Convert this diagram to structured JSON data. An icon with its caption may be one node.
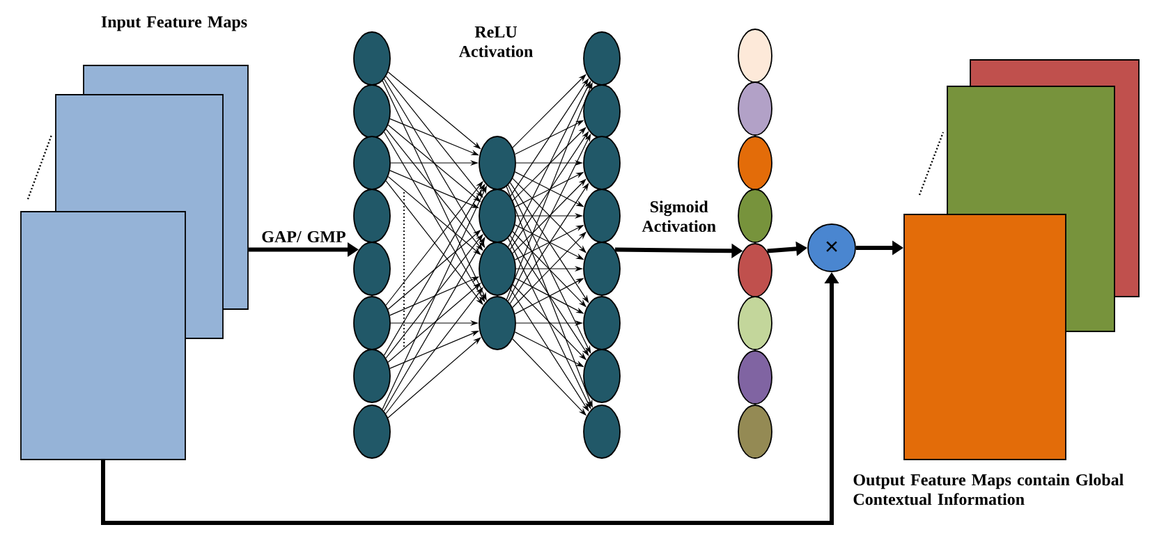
{
  "diagram": {
    "nodes": [
      {
        "text": [],
        "shape": "box"
      },
      {
        "text": [],
        "shape": "box"
      },
      {
        "text": [],
        "shape": "box"
      },
      {
        "text": [],
        "shape": "circle"
      },
      {
        "text": [],
        "shape": "circle"
      },
      {
        "text": [],
        "shape": "circle"
      },
      {
        "text": [],
        "shape": "circle"
      },
      {
        "text": [],
        "shape": "circle"
      },
      {
        "text": [],
        "shape": "circle"
      },
      {
        "text": [],
        "shape": "circle"
      },
      {
        "text": [],
        "shape": "circle"
      },
      {
        "text": [],
        "shape": "circle"
      },
      {
        "text": [],
        "shape": "circle"
      },
      {
        "text": [],
        "shape": "circle"
      },
      {
        "text": [],
        "shape": "circle"
      },
      {
        "text": [],
        "shape": "circle"
      },
      {
        "text": [],
        "shape": "circle"
      },
      {
        "text": [],
        "shape": "circle"
      },
      {
        "text": [],
        "shape": "circle"
      },
      {
        "text": [],
        "shape": "circle"
      },
      {
        "text": [],
        "shape": "circle"
      },
      {
        "text": [],
        "shape": "circle"
      },
      {
        "text": [],
        "shape": "circle"
      },
      {
        "text": [],
        "shape": "circle"
      },
      {
        "text": [],
        "shape": "circle"
      },
      {
        "text": [],
        "shape": "circle"
      },
      {
        "text": [],
        "shape": "circle"
      },
      {
        "text": [],
        "shape": "circle"
      },
      {
        "text": [],
        "shape": "circle"
      },
      {
        "text": [],
        "shape": "circle"
      },
      {
        "text": [],
        "shape": "circle"
      },
      {
        "text": [
          "×"
        ]
      },
      {
        "text": [],
        "shape": "box"
      },
      {
        "text": [],
        "shape": "box"
      },
      {
        "text": [],
        "shape": "box",
        "beside": [
          "Output Feature Maps contain Global Contextual Information"
        ]
      }
    ],
    "edges": [
      {
        "from": 0,
        "to": 7,
        "arrow": "to",
        "label": "GAP/ GMP",
        "style": "thick"
      },
      {
        "from": 3,
        "to": 11,
        "arrow": "to"
      },
      {
        "from": 3,
        "to": 12,
        "arrow": "to"
      },
      {
        "from": 3,
        "to": 13,
        "arrow": "to"
      },
      {
        "from": 3,
        "to": 14,
        "arrow": "to"
      },
      {
        "from": 4,
        "to": 11,
        "arrow": "to"
      },
      {
        "from": 4,
        "to": 12,
        "arrow": "to"
      },
      {
        "from": 4,
        "to": 13,
        "arrow": "to"
      },
      {
        "from": 4,
        "to": 14,
        "arrow": "to"
      },
      {
        "from": 5,
        "to": 11,
        "arrow": "to"
      },
      {
        "from": 5,
        "to": 12,
        "arrow": "to"
      },
      {
        "from": 5,
        "to": 13,
        "arrow": "to"
      },
      {
        "from": 5,
        "to": 14,
        "arrow": "to"
      },
      {
        "from": 8,
        "to": 11,
        "arrow": "to"
      },
      {
        "from": 8,
        "to": 12,
        "arrow": "to"
      },
      {
        "from": 8,
        "to": 13,
        "arrow": "to"
      },
      {
        "from": 8,
        "to": 14,
        "arrow": "to"
      },
      {
        "from": 9,
        "to": 11,
        "arrow": "to"
      },
      {
        "from": 9,
        "to": 12,
        "arrow": "to"
      },
      {
        "from": 9,
        "to": 13,
        "arrow": "to"
      },
      {
        "from": 9,
        "to": 14,
        "arrow": "to"
      },
      {
        "from": 10,
        "to": 11,
        "arrow": "to"
      },
      {
        "from": 10,
        "to": 12,
        "arrow": "to"
      },
      {
        "from": 10,
        "to": 13,
        "arrow": "to"
      },
      {
        "from": 10,
        "to": 14,
        "arrow": "to"
      },
      {
        "from": 11,
        "to": 15,
        "arrow": "to"
      },
      {
        "from": 11,
        "to": 16,
        "arrow": "to"
      },
      {
        "from": 11,
        "to": 17,
        "arrow": "to"
      },
      {
        "from": 11,
        "to": 18,
        "arrow": "to"
      },
      {
        "from": 11,
        "to": 19,
        "arrow": "to"
      },
      {
        "from": 11,
        "to": 20,
        "arrow": "to"
      },
      {
        "from": 11,
        "to": 21,
        "arrow": "to"
      },
      {
        "from": 11,
        "to": 22,
        "arrow": "to"
      },
      {
        "from": 12,
        "to": 15,
        "arrow": "to"
      },
      {
        "from": 12,
        "to": 16,
        "arrow": "to"
      },
      {
        "from": 12,
        "to": 17,
        "arrow": "to"
      },
      {
        "from": 12,
        "to": 18,
        "arrow": "to"
      },
      {
        "from": 12,
        "to": 19,
        "arrow": "to"
      },
      {
        "from": 12,
        "to": 20,
        "arrow": "to"
      },
      {
        "from": 12,
        "to": 21,
        "arrow": "to"
      },
      {
        "from": 12,
        "to": 22,
        "arrow": "to"
      },
      {
        "from": 13,
        "to": 15,
        "arrow": "to"
      },
      {
        "from": 13,
        "to": 16,
        "arrow": "to"
      },
      {
        "from": 13,
        "to": 17,
        "arrow": "to"
      },
      {
        "from": 13,
        "to": 18,
        "arrow": "to"
      },
      {
        "from": 13,
        "to": 19,
        "arrow": "to"
      },
      {
        "from": 13,
        "to": 20,
        "arrow": "to"
      },
      {
        "from": 13,
        "to": 21,
        "arrow": "to"
      },
      {
        "from": 13,
        "to": 22,
        "arrow": "to"
      },
      {
        "from": 14,
        "to": 15,
        "arrow": "to"
      },
      {
        "from": 14,
        "to": 16,
        "arrow": "to"
      },
      {
        "from": 14,
        "to": 17,
        "arrow": "to"
      },
      {
        "from": 14,
        "to": 18,
        "arrow": "to"
      },
      {
        "from": 14,
        "to": 19,
        "arrow": "to"
      },
      {
        "from": 14,
        "to": 20,
        "arrow": "to"
      },
      {
        "from": 14,
        "to": 21,
        "arrow": "to"
      },
      {
        "from": 14,
        "to": 22,
        "arrow": "to"
      },
      {
        "from": 19,
        "to": 27,
        "arrow": "to",
        "label": "Sigmoid Activation",
        "style": "thick"
      },
      {
        "from": 27,
        "to": 31,
        "arrow": "to",
        "style": "thick"
      },
      {
        "from": 31,
        "to": 34,
        "arrow": "to",
        "style": "thick"
      },
      {
        "from": 2,
        "to": 31,
        "arrow": "to",
        "style": "thick"
      }
    ],
    "labels": [
      "Input Feature Maps",
      "ReLU Activation"
    ]
  }
}
